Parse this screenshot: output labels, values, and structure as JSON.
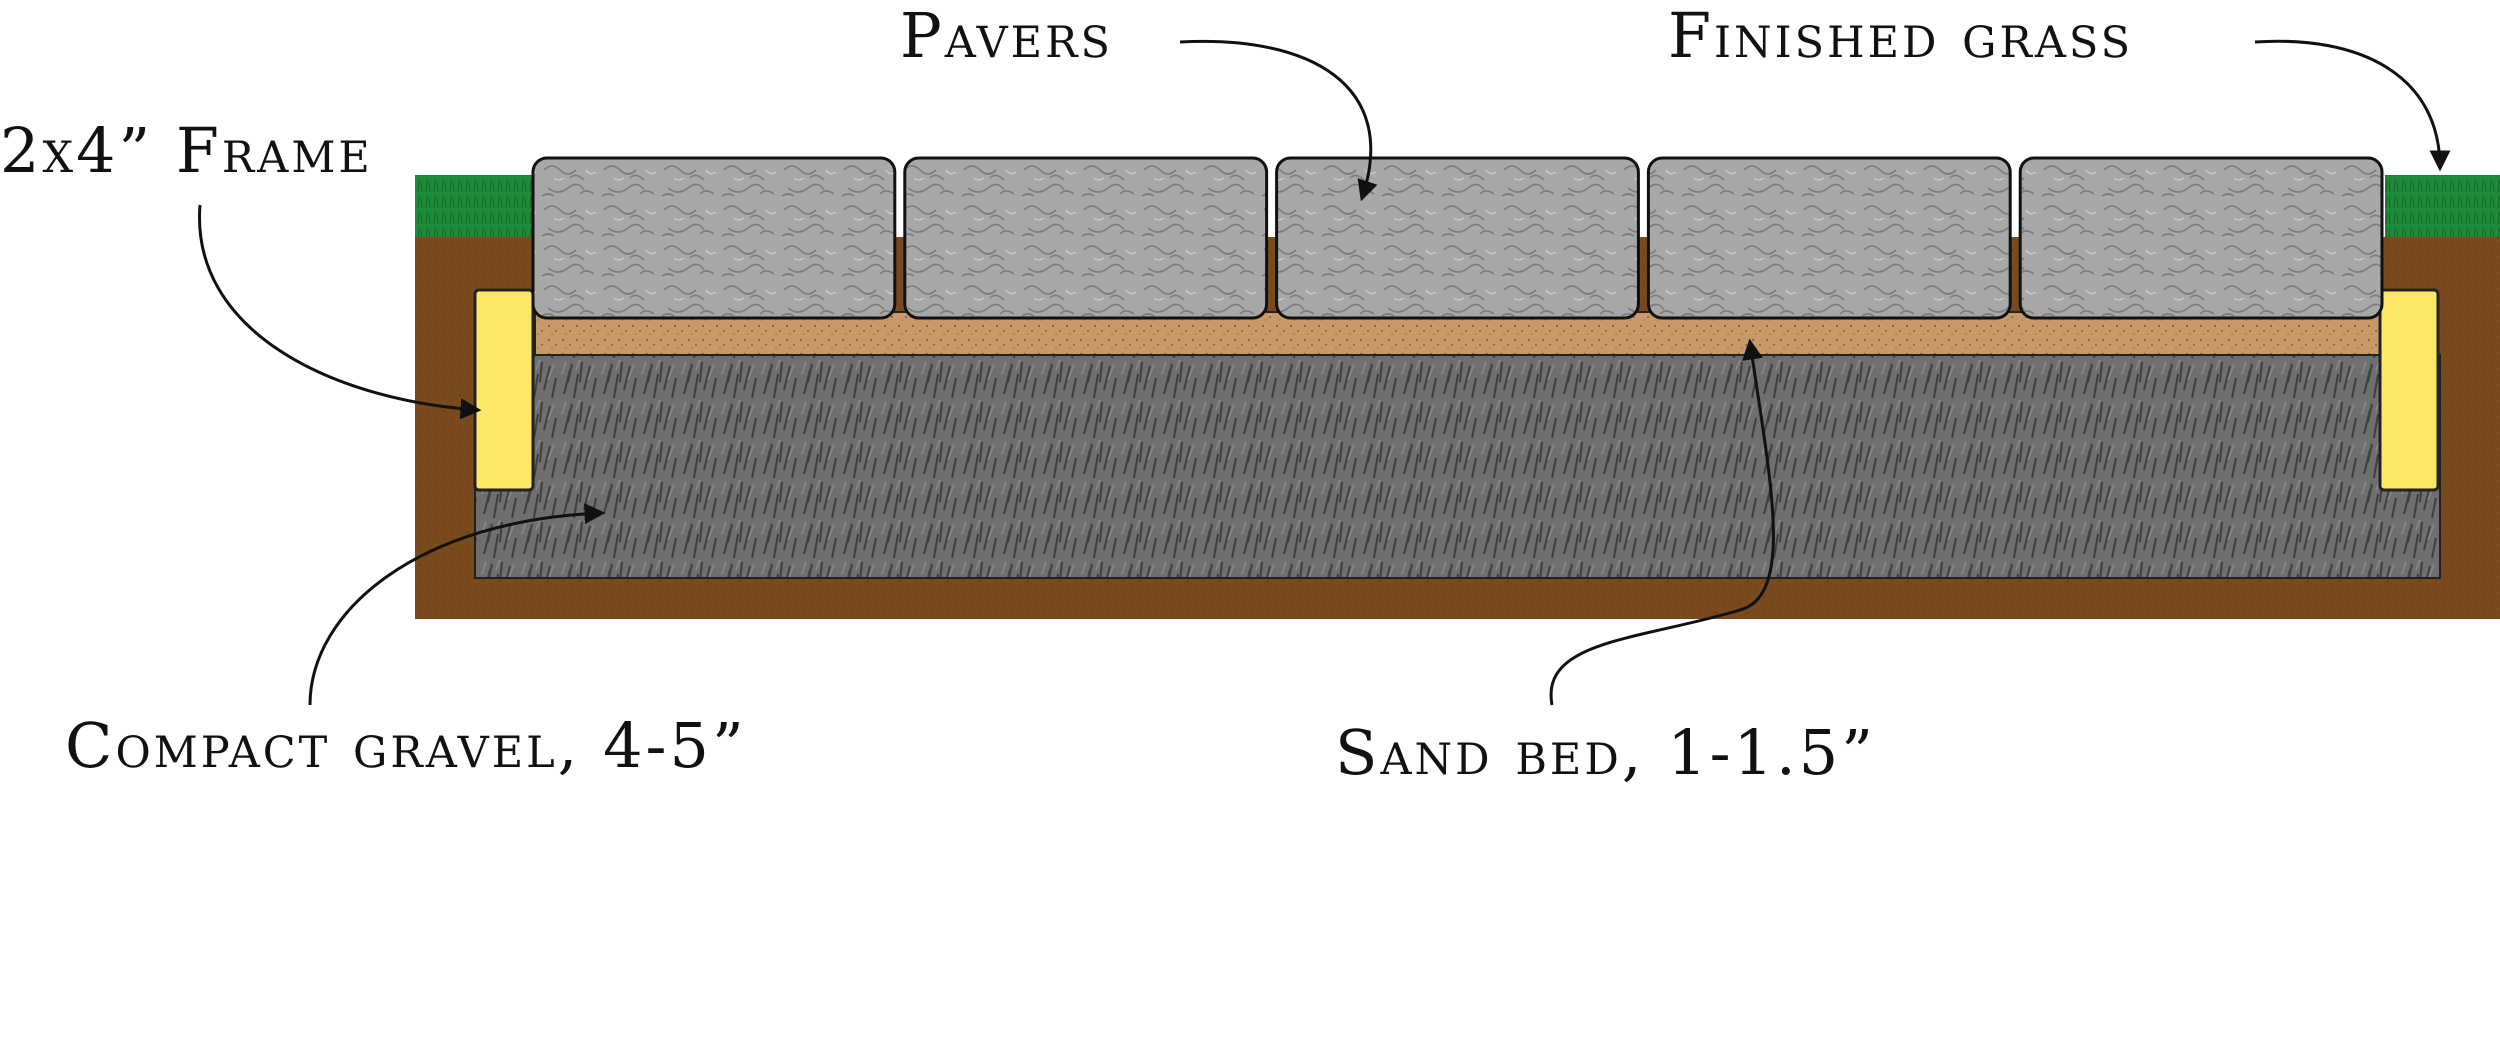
{
  "labels": {
    "frame": "2x4” Frame",
    "pavers": "Pavers",
    "grass": "Finished grass",
    "gravel": "Compact gravel, 4-5”",
    "sand": "Sand bed, 1-1.5”"
  },
  "colors": {
    "grass": "#1f8a3a",
    "soil": "#7a4a1f",
    "frame": "#ffe866",
    "sand": "#c89a6a",
    "gravel": "#6f6f6f",
    "paver": "#a8a8a8",
    "outline": "#111111"
  },
  "paver_count": 5
}
